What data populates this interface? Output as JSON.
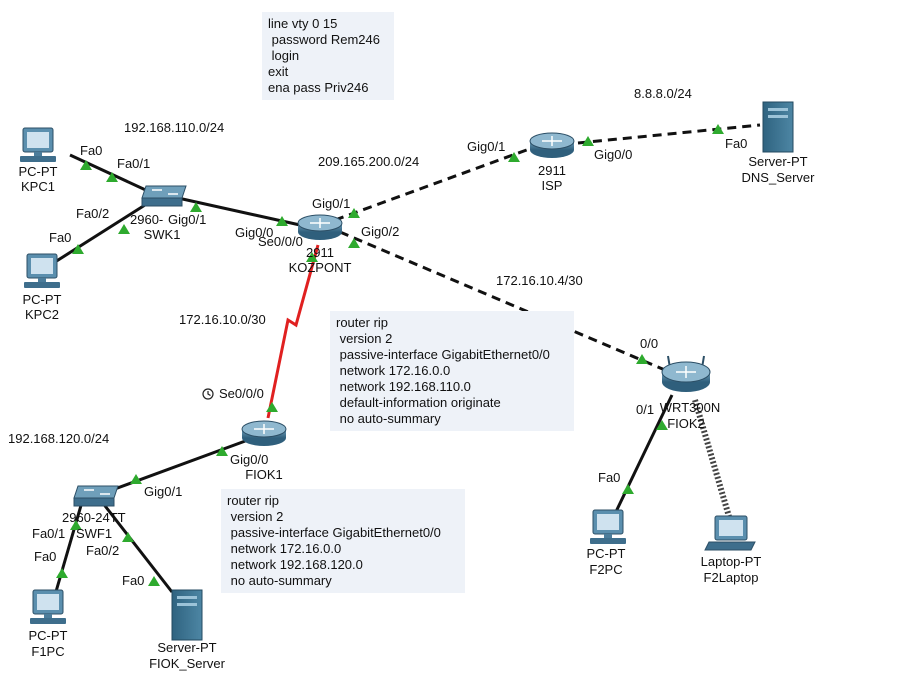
{
  "colors": {
    "link": "#111111",
    "serial": "#e02020",
    "port_up": "#2eaa2e",
    "note_bg": "#eef2f8",
    "device_blue": "#3a6f8e"
  },
  "notes": {
    "vty": [
      "line vty 0 15",
      " password Rem246",
      " login",
      "exit",
      "ena pass Priv246"
    ],
    "rip_kozpont": [
      "router rip",
      " version 2",
      " passive-interface GigabitEthernet0/0",
      " network 172.16.0.0",
      " network 192.168.110.0",
      " default-information originate",
      " no auto-summary"
    ],
    "rip_fiok1": [
      "router rip",
      " version 2",
      " passive-interface GigabitEthernet0/0",
      " network 172.16.0.0",
      " network 192.168.120.0",
      " no auto-summary"
    ]
  },
  "networks": {
    "lan110": "192.168.110.0/24",
    "wan209": "209.165.200.0/24",
    "dns_net": "8.8.8.0/24",
    "serial_net": "172.16.10.0/30",
    "lan120": "192.168.120.0/24",
    "net_fiok2": "172.16.10.4/30"
  },
  "devices": {
    "kpc1": {
      "type": "PC-PT",
      "name": "KPC1",
      "icon": "pc-icon"
    },
    "kpc2": {
      "type": "PC-PT",
      "name": "KPC2",
      "icon": "pc-icon"
    },
    "swk1": {
      "type": "2960-",
      "name": "SWK1",
      "icon": "switch-icon"
    },
    "kozpont": {
      "type": "2911",
      "name": "KOZPONT",
      "icon": "router-icon"
    },
    "isp": {
      "type": "2911",
      "name": "ISP",
      "icon": "router-icon"
    },
    "dns": {
      "type": "Server-PT",
      "name": "DNS_Server",
      "icon": "server-icon"
    },
    "fiok1": {
      "type": "",
      "name": "FIOK1",
      "icon": "router-icon"
    },
    "swf1": {
      "type": "2960-24TT",
      "name": "SWF1",
      "icon": "switch-icon"
    },
    "f1pc": {
      "type": "PC-PT",
      "name": "F1PC",
      "icon": "pc-icon"
    },
    "fiok_server": {
      "type": "Server-PT",
      "name": "FIOK_Server",
      "icon": "server-icon"
    },
    "fiok2": {
      "type": "WRT300N",
      "name": "FIOK2",
      "icon": "wireless-router-icon"
    },
    "f2pc": {
      "type": "PC-PT",
      "name": "F2PC",
      "icon": "pc-icon"
    },
    "f2laptop": {
      "type": "Laptop-PT",
      "name": "F2Laptop",
      "icon": "laptop-icon"
    }
  },
  "ports": {
    "kpc1_fa0": "Fa0",
    "swk1_fa01": "Fa0/1",
    "swk1_fa02": "Fa0/2",
    "kpc2_fa0": "Fa0",
    "swk1_gig01": "Gig0/1",
    "kozpont_gig00": "Gig0/0",
    "kozpont_gig01": "Gig0/1",
    "kozpont_gig02": "Gig0/2",
    "kozpont_se000": "Se0/0/0",
    "isp_gig01": "Gig0/1",
    "isp_gig00": "Gig0/0",
    "dns_fa0": "Fa0",
    "fiok1_se000": "Se0/0/0",
    "fiok1_gig00": "Gig0/0",
    "swf1_gig01": "Gig0/1",
    "swf1_fa01": "Fa0/1",
    "swf1_fa02": "Fa0/2",
    "f1pc_fa0": "Fa0",
    "server_fa0": "Fa0",
    "fiok2_00": "0/0",
    "fiok2_01": "0/1",
    "f2pc_fa0": "Fa0"
  }
}
